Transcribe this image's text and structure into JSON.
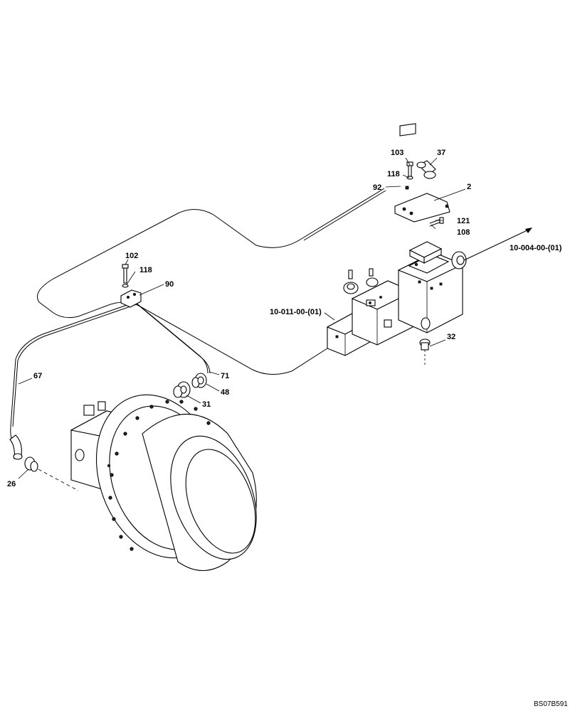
{
  "callouts": {
    "c103": "103",
    "c37": "37",
    "c118a": "118",
    "c92": "92",
    "c2": "2",
    "c121": "121",
    "c108": "108",
    "c102": "102",
    "c118b": "118",
    "c90": "90",
    "c32": "32",
    "c67": "67",
    "c71": "71",
    "c48": "48",
    "c31": "31",
    "c26": "26"
  },
  "references": {
    "ref_valve": "10-004-00-(01)",
    "ref_block": "10-011-00-(01)"
  },
  "drawing_code": "BS07B591"
}
